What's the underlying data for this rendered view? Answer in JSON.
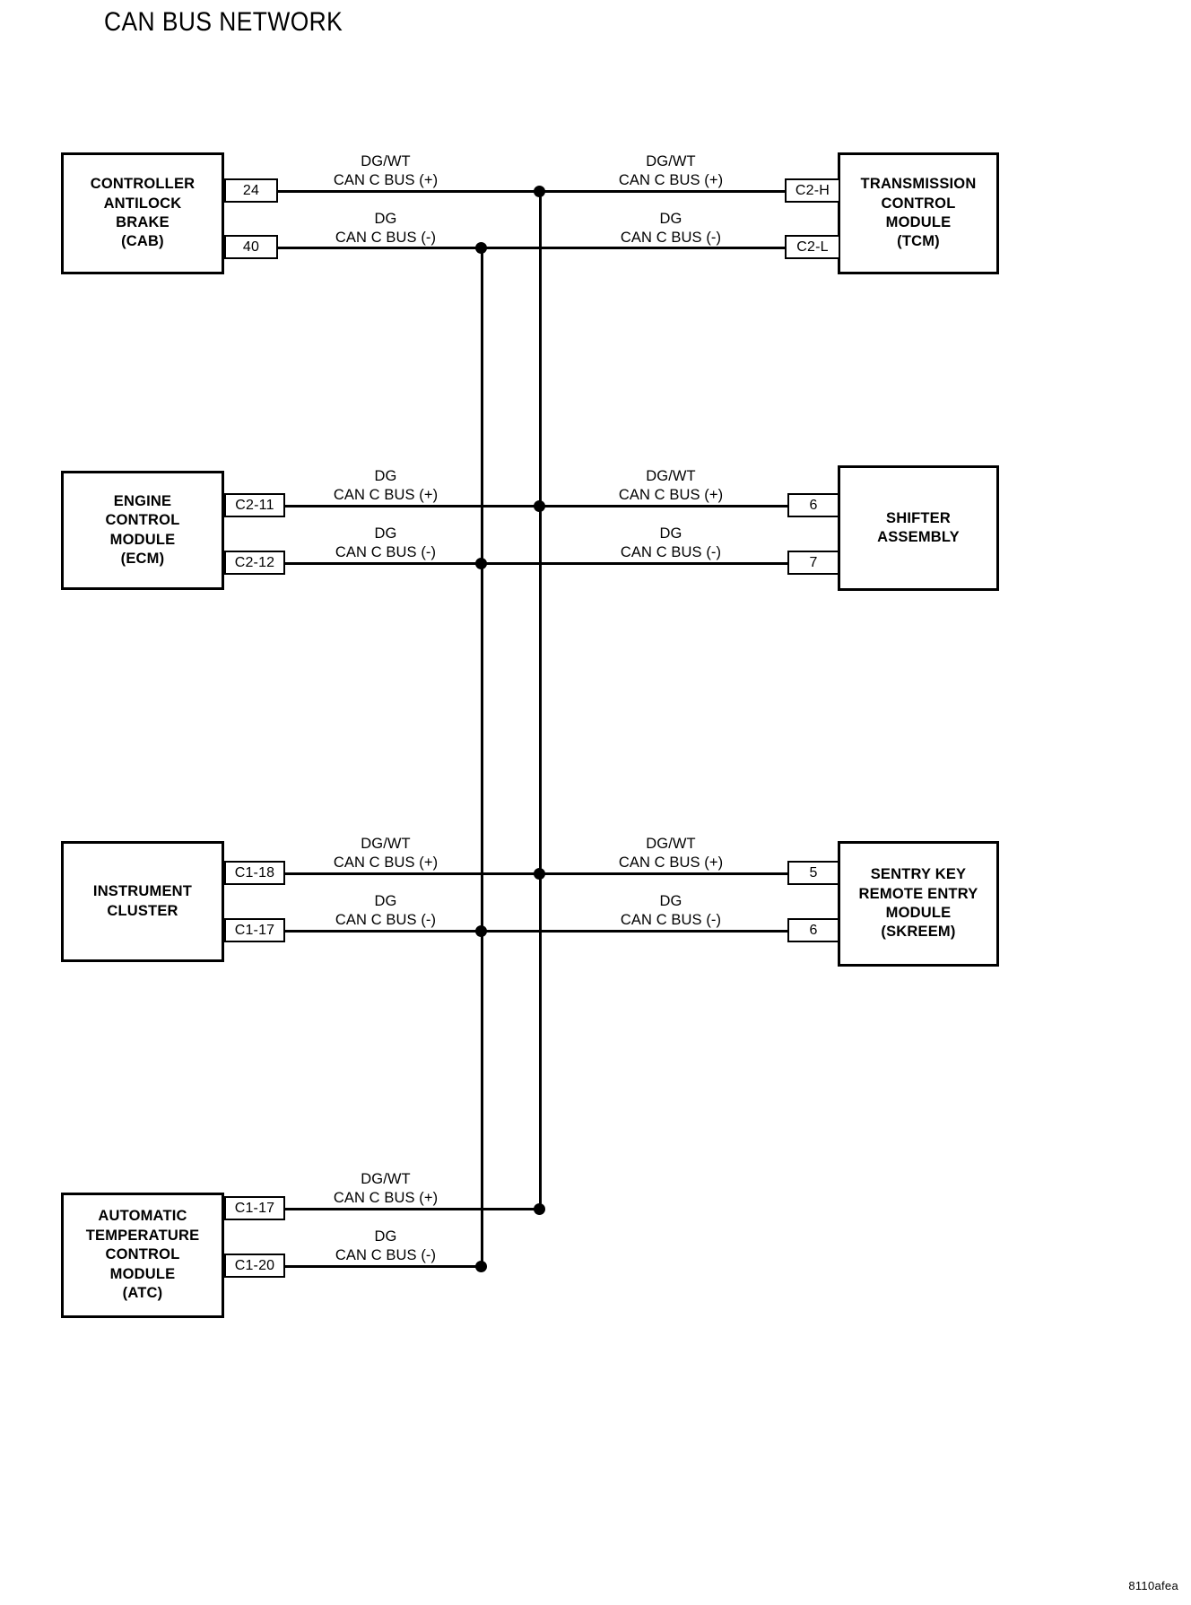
{
  "title": "CAN BUS NETWORK",
  "watermark": "8110afea",
  "colors": {
    "line": "#000000",
    "background": "#ffffff"
  },
  "modules": [
    {
      "id": "cab",
      "name": "CONTROLLER ANTILOCK BRAKE (CAB)",
      "lines": [
        "CONTROLLER",
        "ANTILOCK",
        "BRAKE",
        "(CAB)"
      ]
    },
    {
      "id": "tcm",
      "name": "TRANSMISSION CONTROL MODULE (TCM)",
      "lines": [
        "TRANSMISSION",
        "CONTROL",
        "MODULE",
        "(TCM)"
      ]
    },
    {
      "id": "ecm",
      "name": "ENGINE CONTROL MODULE (ECM)",
      "lines": [
        "ENGINE",
        "CONTROL",
        "MODULE",
        "(ECM)"
      ]
    },
    {
      "id": "shifter",
      "name": "SHIFTER ASSEMBLY",
      "lines": [
        "SHIFTER",
        "ASSEMBLY"
      ]
    },
    {
      "id": "cluster",
      "name": "INSTRUMENT CLUSTER",
      "lines": [
        "INSTRUMENT",
        "CLUSTER"
      ]
    },
    {
      "id": "skreem",
      "name": "SENTRY KEY REMOTE ENTRY MODULE (SKREEM)",
      "lines": [
        "SENTRY KEY",
        "REMOTE ENTRY",
        "MODULE",
        "(SKREEM)"
      ]
    },
    {
      "id": "atc",
      "name": "AUTOMATIC TEMPERATURE CONTROL MODULE (ATC)",
      "lines": [
        "AUTOMATIC",
        "TEMPERATURE",
        "CONTROL",
        "MODULE",
        "(ATC)"
      ]
    }
  ],
  "pins": {
    "cab_plus": "24",
    "cab_minus": "40",
    "tcm_plus": "C2-H",
    "tcm_minus": "C2-L",
    "ecm_plus": "C2-11",
    "ecm_minus": "C2-12",
    "shifter_plus": "6",
    "shifter_minus": "7",
    "cluster_plus": "C1-18",
    "cluster_minus": "C1-17",
    "skreem_plus": "5",
    "skreem_minus": "6",
    "atc_plus": "C1-17",
    "atc_minus": "C1-20"
  },
  "wire_labels": {
    "row1_left_plus": {
      "color": "DG/WT",
      "signal": "CAN C BUS (+)"
    },
    "row1_right_plus": {
      "color": "DG/WT",
      "signal": "CAN C BUS (+)"
    },
    "row1_left_minus": {
      "color": "DG",
      "signal": "CAN C BUS (-)"
    },
    "row1_right_minus": {
      "color": "DG",
      "signal": "CAN C BUS (-)"
    },
    "row2_left_plus": {
      "color": "DG",
      "signal": "CAN C BUS (+)"
    },
    "row2_right_plus": {
      "color": "DG/WT",
      "signal": "CAN C BUS (+)"
    },
    "row2_left_minus": {
      "color": "DG",
      "signal": "CAN C BUS (-)"
    },
    "row2_right_minus": {
      "color": "DG",
      "signal": "CAN C BUS (-)"
    },
    "row3_left_plus": {
      "color": "DG/WT",
      "signal": "CAN C BUS (+)"
    },
    "row3_right_plus": {
      "color": "DG/WT",
      "signal": "CAN C BUS (+)"
    },
    "row3_left_minus": {
      "color": "DG",
      "signal": "CAN C BUS (-)"
    },
    "row3_right_minus": {
      "color": "DG",
      "signal": "CAN C BUS (-)"
    },
    "row4_plus": {
      "color": "DG/WT",
      "signal": "CAN C BUS (+)"
    },
    "row4_minus": {
      "color": "DG",
      "signal": "CAN C BUS (-)"
    }
  }
}
